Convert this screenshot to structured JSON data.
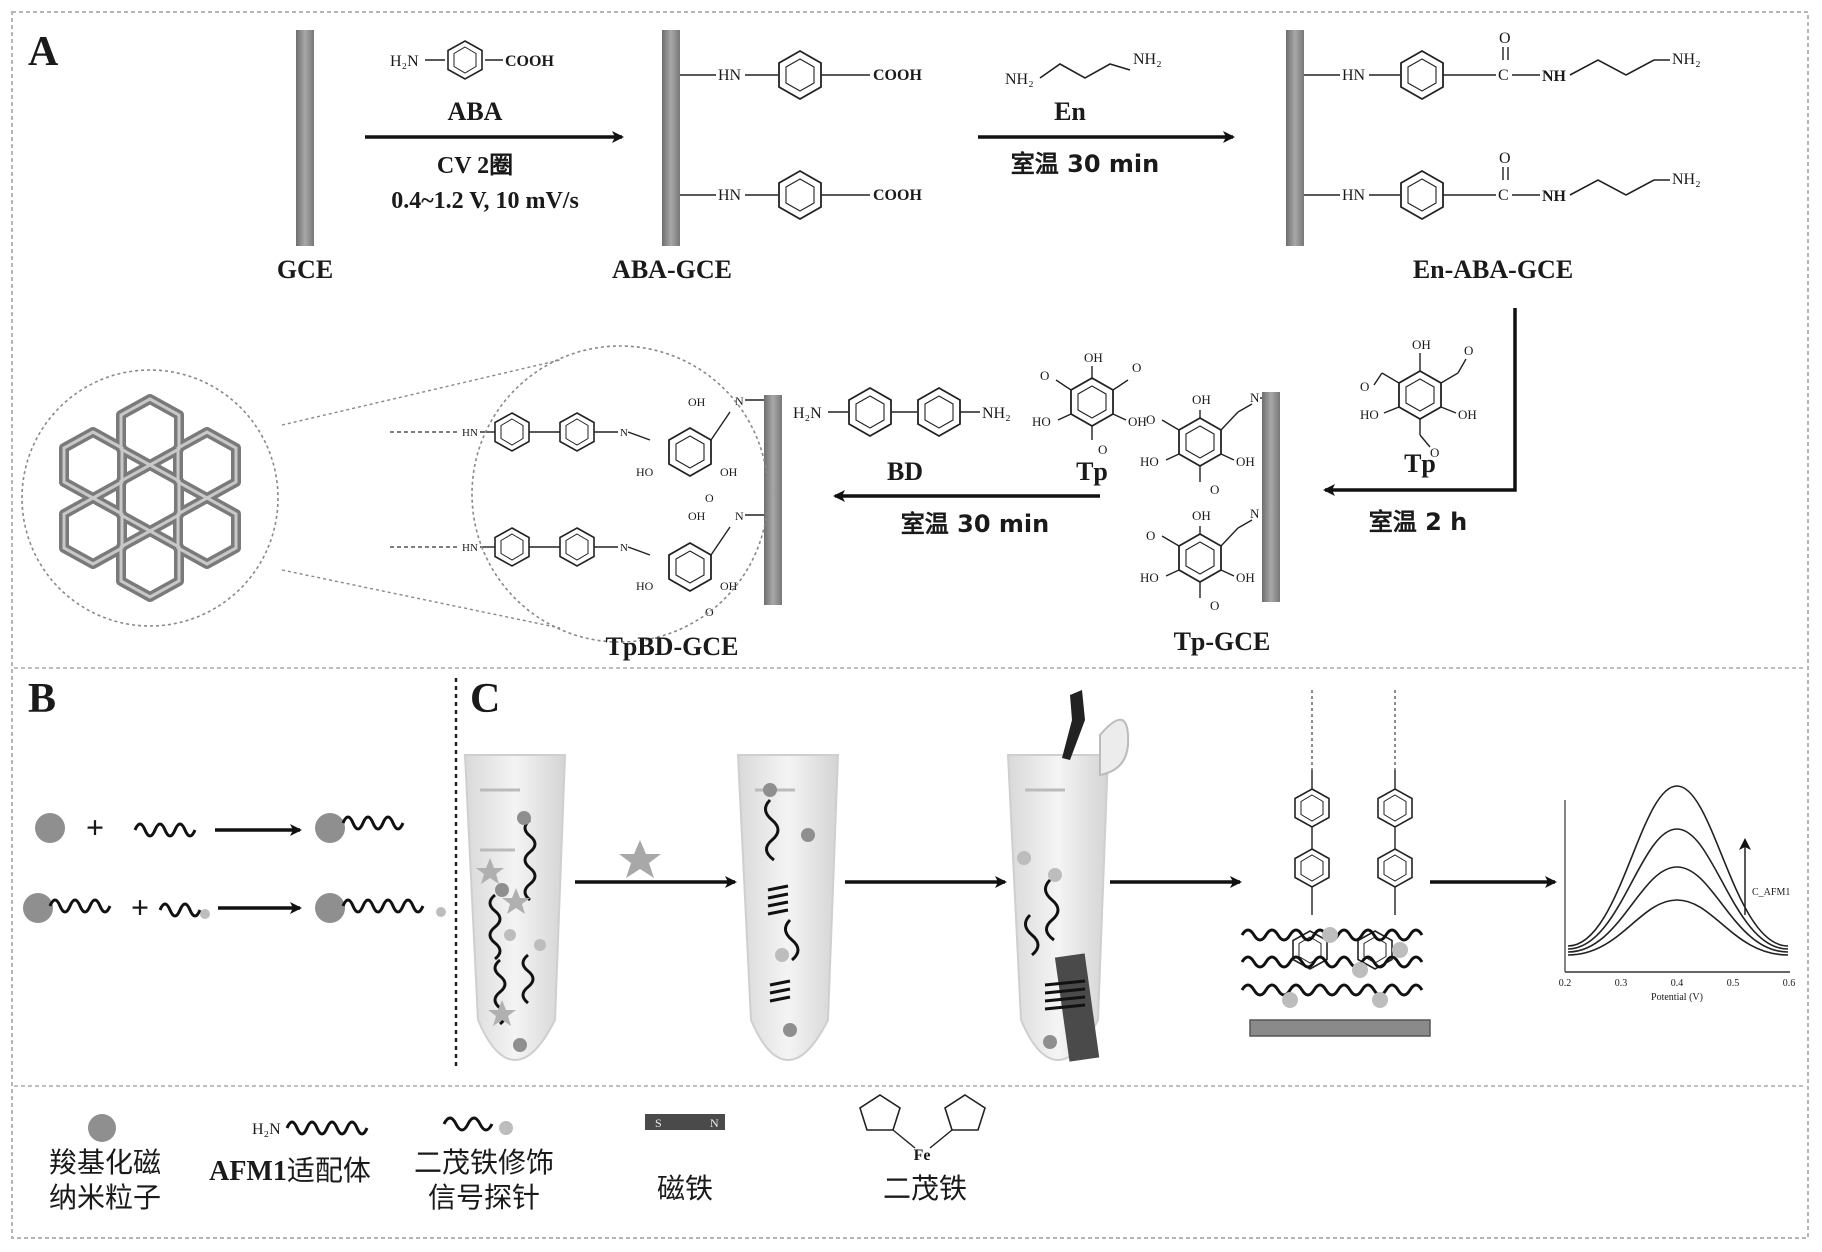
{
  "panels": {
    "a": "A",
    "b": "B",
    "c": "C"
  },
  "reaction_steps": {
    "step1": {
      "reagent": "ABA",
      "reagent_formula_left": "H₂N",
      "reagent_formula_right": "COOH",
      "condition_line1": "CV 2圈",
      "condition_line2": "0.4~1.2 V, 10 mV/s"
    },
    "step2": {
      "reagent": "En",
      "reagent_formula_left": "NH₂",
      "reagent_formula_right": "NH₂",
      "condition": "室温 30 min"
    },
    "step3": {
      "reagent": "Tp",
      "condition": "室温 2 h"
    },
    "step4": {
      "reagent": "BD",
      "reagent2": "Tp",
      "reagent_formula_left": "H₂N",
      "reagent_formula_right": "NH₂",
      "condition": "室温 30 min"
    }
  },
  "electrodes": {
    "gce": "GCE",
    "aba_gce": "ABA-GCE",
    "en_aba_gce": "En-ABA-GCE",
    "tp_gce": "Tp-GCE",
    "tpbd_gce": "TpBD-GCE"
  },
  "chem_labels": {
    "hn": "HN",
    "cooh": "COOH",
    "nh": "NH",
    "nh2": "NH₂",
    "o": "O",
    "c": "C",
    "oh": "OH",
    "ho": "HO",
    "n": "N",
    "h2n": "H₂N"
  },
  "voltammogram": {
    "x_ticks": [
      "0.2",
      "0.3",
      "0.4",
      "0.5",
      "0.6"
    ],
    "xlabel": "Potential (V)",
    "arrow_label": "C_AFM1"
  },
  "legend": {
    "item1_line1": "羧基化磁",
    "item1_line2": "纳米粒子",
    "item2_prefix": "H₂N",
    "item2_bold": "AFM1",
    "item2_suffix": "适配体",
    "item3_line1": "二茂铁修饰",
    "item3_line2": "信号探针",
    "item4_magnet_s": "S",
    "item4_magnet_n": "N",
    "item4": "磁铁",
    "item5_fe": "Fe",
    "item5": "二茂铁"
  },
  "colors": {
    "electrode": "#8a8a8a",
    "bead": "#8f8f8f",
    "tube": "#ededed",
    "magnet": "#4a4a4a",
    "frame": "#b0b0b0"
  }
}
